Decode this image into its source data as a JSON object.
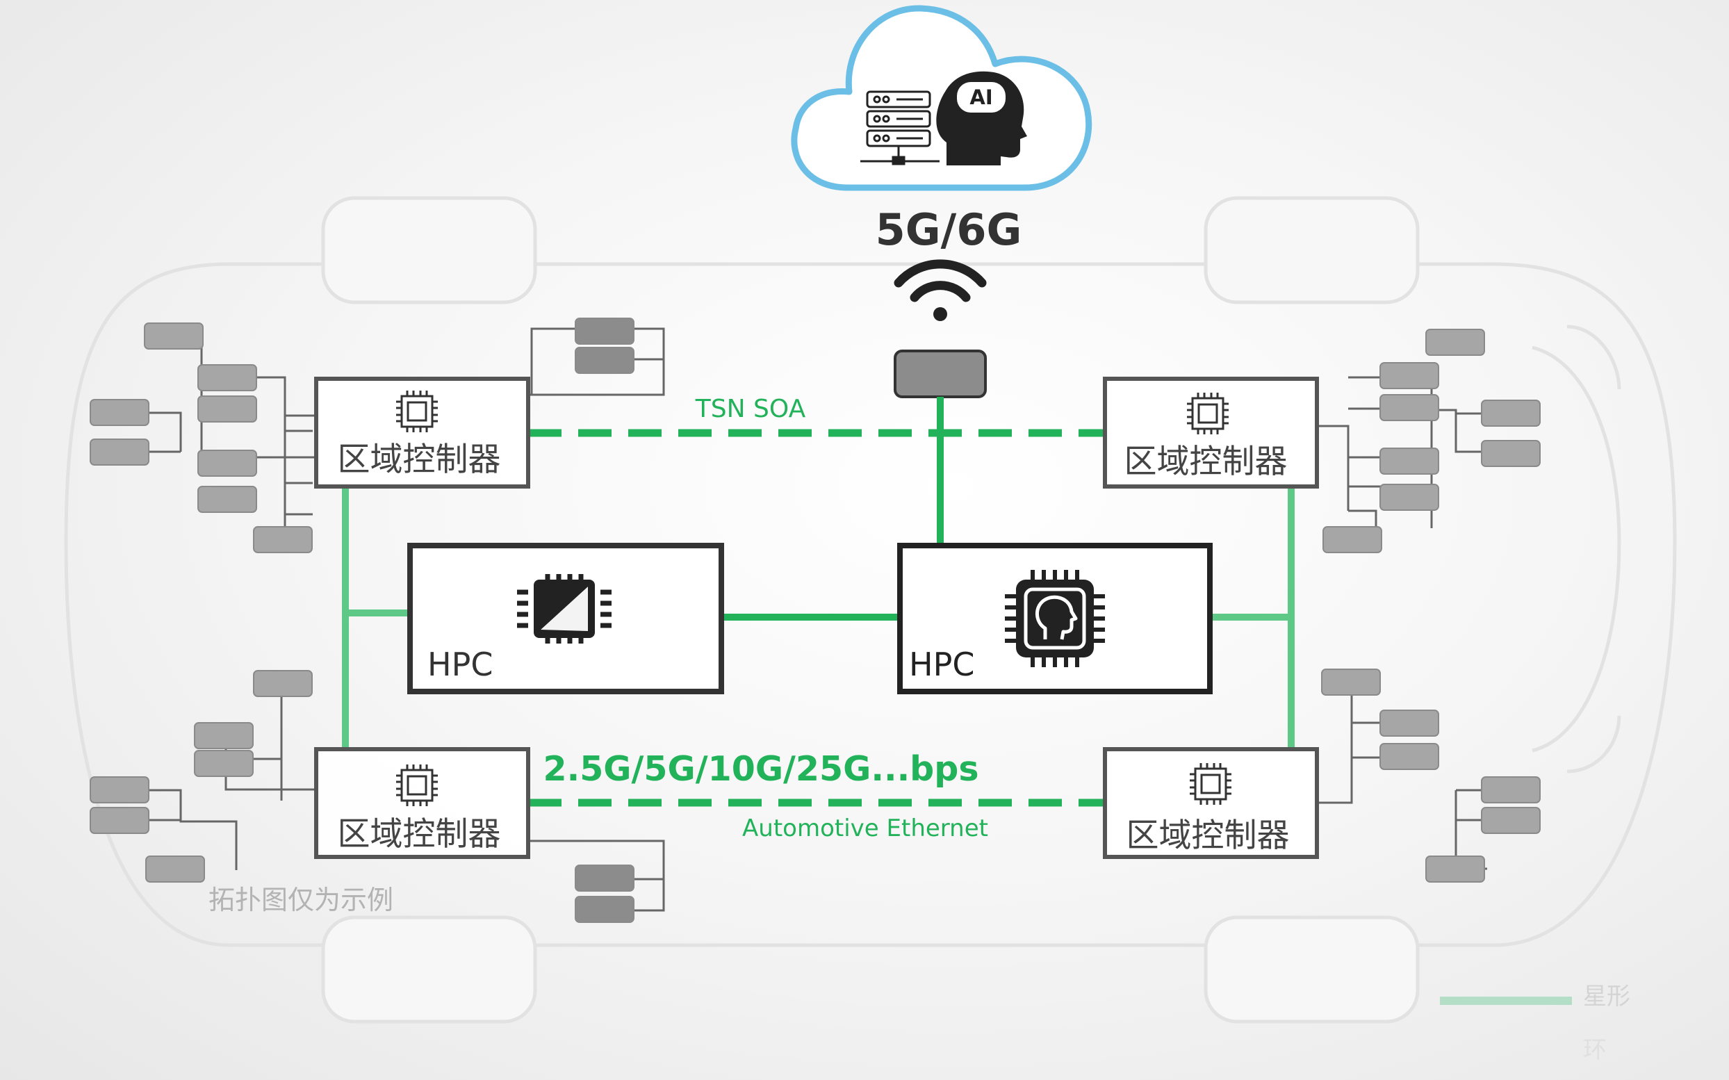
{
  "cloud": {
    "server_icon": "server-rack-icon",
    "ai_icon": "ai-head-icon",
    "ai_label": "AI"
  },
  "wireless": {
    "label": "5G/6G",
    "icon": "wifi-icon"
  },
  "links": {
    "top_label": "TSN SOA",
    "bottom_speed": "2.5G/5G/10G/25G...bps",
    "bottom_label": "Automotive Ethernet"
  },
  "zone_controllers": [
    {
      "id": "top-left",
      "label": "区域控制器"
    },
    {
      "id": "top-right",
      "label": "区域控制器"
    },
    {
      "id": "bottom-left",
      "label": "区域控制器"
    },
    {
      "id": "bottom-right",
      "label": "区域控制器"
    }
  ],
  "hpcs": [
    {
      "id": "left",
      "label": "HPC",
      "icon": "processor-chip-icon"
    },
    {
      "id": "right",
      "label": "HPC",
      "icon": "ai-chip-icon"
    }
  ],
  "note": "拓扑图仅为示例",
  "legend": [
    {
      "label": "星形",
      "color": "#8fd4ae"
    },
    {
      "label": "环",
      "color": "#8fd4ae"
    }
  ],
  "colors": {
    "accent_green": "#22b35a",
    "light_green": "#5ec987",
    "cloud_blue": "#6bbfe6",
    "node_gray": "#a6a6a6"
  }
}
